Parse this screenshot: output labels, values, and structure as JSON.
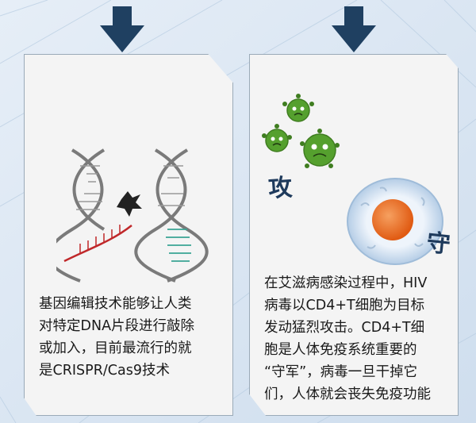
{
  "cards": {
    "left": {
      "text": "基因编辑技术能够让人类\n对特定DNA片段进行敲除\n或加入，目前最流行的就\n是CRISPR/Cas9技术"
    },
    "right": {
      "text": "在艾滋病感染过程中，HIV\n病毒以CD4+T细胞为目标\n发动猛烈攻击。CD4+T细\n胞是人体免疫系统重要的\n“守军”，病毒一旦干掉它\n们，人体就会丧失免疫功能"
    }
  },
  "labels": {
    "attack": "攻",
    "defend": "守"
  },
  "colors": {
    "arrow": "#1f4061",
    "card_bg": "#f4f4f4",
    "dna_backbone": "#7a7a7a",
    "dna_cut": "#c0282a",
    "dna_insert": "#3aa595",
    "virus": "#55a02e",
    "cell_nucleus": "#e8661c"
  },
  "icons": [
    "down-arrow-icon",
    "dna-helix-icon",
    "scissors-icon",
    "virus-icon",
    "immune-cell-icon"
  ]
}
